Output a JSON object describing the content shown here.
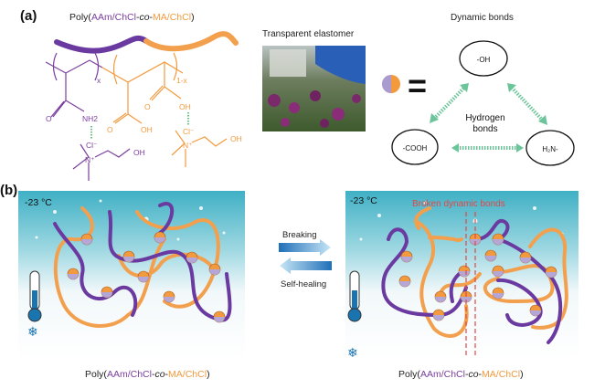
{
  "panel_a": {
    "label": "(a)",
    "polymer_title": {
      "prefix": "Poly(",
      "part1": "AAm/ChCl",
      "sep": "-",
      "co": "co",
      "sep2": "-",
      "part2": "MA/ChCl",
      "suffix": ")"
    },
    "chem_labels": {
      "x": "x",
      "one_minus_x": "1-x",
      "o": "O",
      "nh2": "NH2",
      "oh": "OH",
      "cl": "Cl⁻",
      "n": "N⁺"
    },
    "photo_title": "Transparent elastomer",
    "bonds_title": "Dynamic bonds",
    "equals": "=",
    "groups": {
      "top": "-OH",
      "left": "-COOH",
      "right": "H₂N-"
    },
    "center_label_1": "Hydrogen",
    "center_label_2": "bonds"
  },
  "panel_b": {
    "label": "(b)",
    "temp_left": "-23 °C",
    "temp_right": "-23 °C",
    "broken_label": "Broken dynamic bonds",
    "arrow_forward": "Breaking",
    "arrow_back": "Self-healing",
    "caption": {
      "prefix": "Poly(",
      "part1": "AAm/ChCl",
      "sep": "-",
      "co": "co",
      "sep2": "-",
      "part2": "MA/ChCl",
      "suffix": ")"
    }
  },
  "colors": {
    "purple": "#7b3f9e",
    "orange": "#f39a3e",
    "h_bond_green": "#6cc59a",
    "broken_red": "#e04848",
    "sky": "#4fb6c8"
  }
}
